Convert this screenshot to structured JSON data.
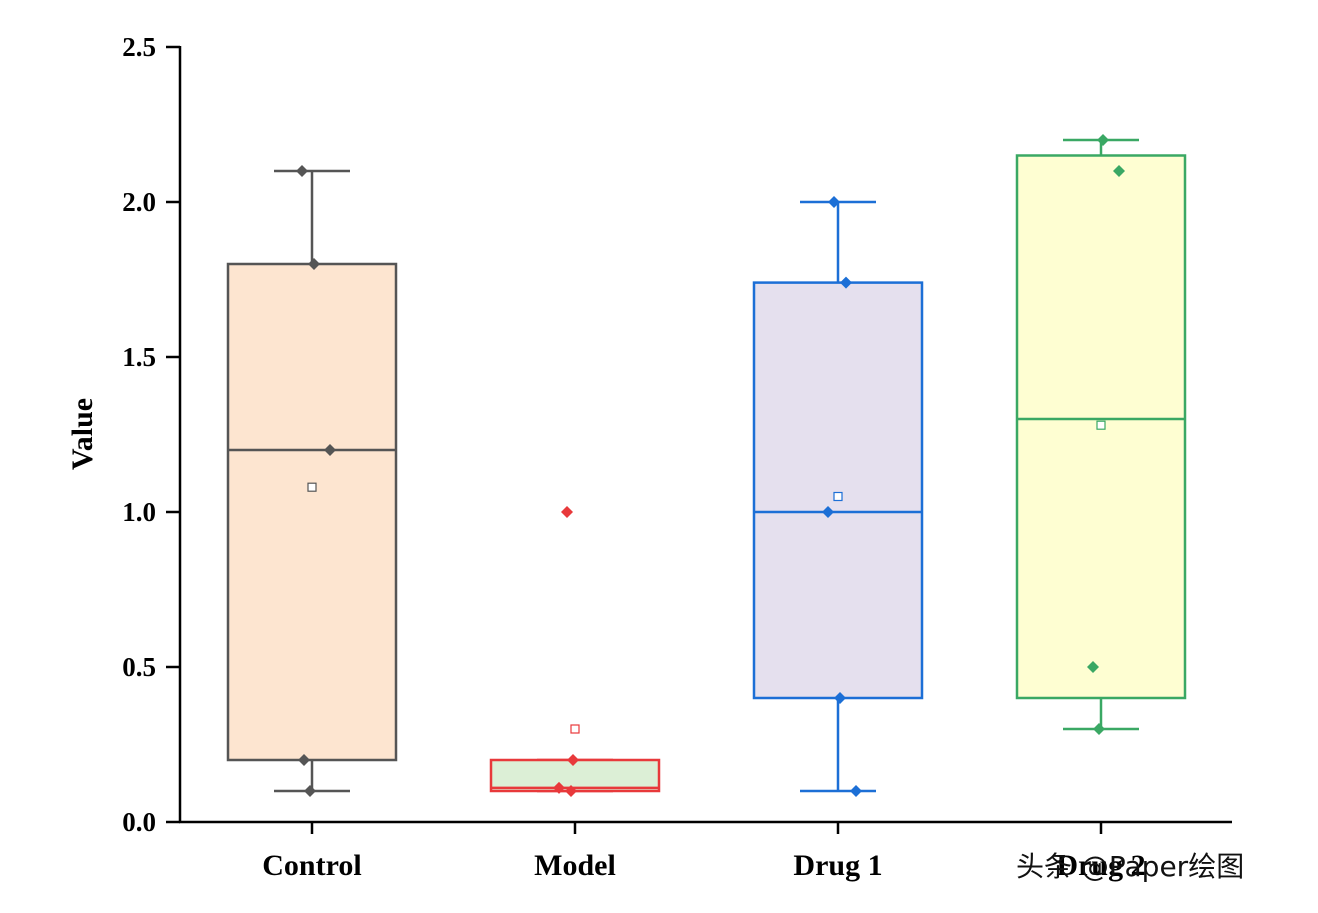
{
  "chart_data": {
    "type": "box",
    "title": "",
    "xlabel": "",
    "ylabel": "Value",
    "ylim": [
      0,
      2.5
    ],
    "yticks": [
      "0.0",
      "0.5",
      "1.0",
      "1.5",
      "2.0",
      "2.5"
    ],
    "grid": false,
    "legend": "none",
    "categories": [
      "Control",
      "Model",
      "Drug 1",
      "Drug 2"
    ],
    "groups": [
      {
        "name": "Control",
        "color": "#555555",
        "fill": "#fde5d0",
        "whisker_low": 0.1,
        "q1": 0.2,
        "median": 1.2,
        "q3": 1.8,
        "whisker_high": 2.1,
        "mean": 1.08,
        "points": [
          2.1,
          1.8,
          1.2,
          0.2,
          0.1
        ]
      },
      {
        "name": "Model",
        "color": "#e8393b",
        "fill": "#dcefd6",
        "whisker_low": 0.1,
        "q1": 0.1,
        "median": 0.11,
        "q3": 0.2,
        "whisker_high": 0.2,
        "mean": 0.3,
        "points": [
          1.0,
          0.2,
          0.11,
          0.1
        ]
      },
      {
        "name": "Drug 1",
        "color": "#1c6fd6",
        "fill": "#e5e0ee",
        "whisker_low": 0.1,
        "q1": 0.4,
        "median": 1.0,
        "q3": 1.74,
        "whisker_high": 2.0,
        "mean": 1.05,
        "points": [
          2.0,
          1.74,
          1.0,
          0.4,
          0.1
        ]
      },
      {
        "name": "Drug 2",
        "color": "#3aa864",
        "fill": "#fefed2",
        "whisker_low": 0.3,
        "q1": 0.4,
        "median": 1.3,
        "q3": 2.15,
        "whisker_high": 2.2,
        "mean": 1.28,
        "points": [
          2.2,
          2.1,
          0.5,
          0.3
        ]
      }
    ]
  },
  "watermark": "头条 @Paper绘图"
}
